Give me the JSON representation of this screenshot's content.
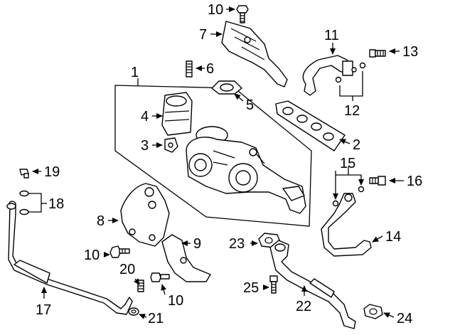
{
  "callouts": [
    {
      "id": "c1",
      "text": "1"
    },
    {
      "id": "c2",
      "text": "2"
    },
    {
      "id": "c3",
      "text": "3"
    },
    {
      "id": "c4",
      "text": "4"
    },
    {
      "id": "c5",
      "text": "5"
    },
    {
      "id": "c6",
      "text": "6"
    },
    {
      "id": "c7",
      "text": "7"
    },
    {
      "id": "c8",
      "text": "8"
    },
    {
      "id": "c9",
      "text": "9"
    },
    {
      "id": "c10a",
      "text": "10"
    },
    {
      "id": "c10b",
      "text": "10"
    },
    {
      "id": "c10c",
      "text": "10"
    },
    {
      "id": "c11",
      "text": "11"
    },
    {
      "id": "c12",
      "text": "12"
    },
    {
      "id": "c13",
      "text": "13"
    },
    {
      "id": "c14",
      "text": "14"
    },
    {
      "id": "c15",
      "text": "15"
    },
    {
      "id": "c16",
      "text": "16"
    },
    {
      "id": "c17",
      "text": "17"
    },
    {
      "id": "c18",
      "text": "18"
    },
    {
      "id": "c19",
      "text": "19"
    },
    {
      "id": "c20",
      "text": "20"
    },
    {
      "id": "c21",
      "text": "21"
    },
    {
      "id": "c22",
      "text": "22"
    },
    {
      "id": "c23",
      "text": "23"
    },
    {
      "id": "c24",
      "text": "24"
    },
    {
      "id": "c25",
      "text": "25"
    }
  ]
}
